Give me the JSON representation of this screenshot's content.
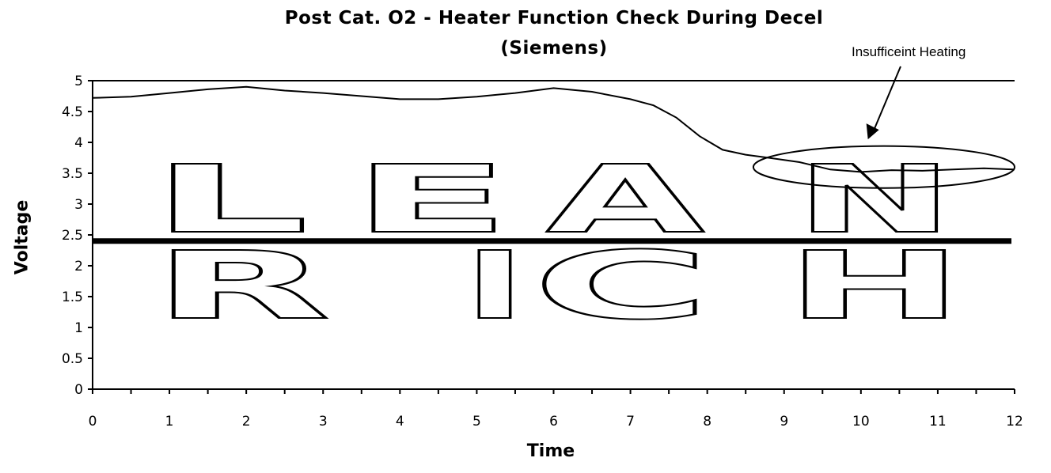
{
  "chart_data": {
    "type": "line",
    "title": "Post Cat. O2 - Heater Function Check During Decel",
    "subtitle": "(Siemens)",
    "xlabel": "Time",
    "ylabel": "Voltage",
    "xlim": [
      0,
      12
    ],
    "ylim": [
      0,
      5
    ],
    "x_ticks": [
      "0",
      "1",
      "2",
      "3",
      "4",
      "5",
      "6",
      "7",
      "8",
      "9",
      "10",
      "11",
      "12"
    ],
    "y_ticks": [
      "0",
      "0.5",
      "1",
      "1.5",
      "2",
      "2.5",
      "3",
      "3.5",
      "4",
      "4.5",
      "5"
    ],
    "grid": false,
    "series": [
      {
        "x": [
          0,
          0.5,
          1,
          1.5,
          2,
          2.5,
          3,
          3.5,
          4,
          4.5,
          5,
          5.5,
          6,
          6.5,
          7,
          7.3,
          7.6,
          7.9,
          8.2,
          8.5,
          8.8,
          9.2,
          9.6,
          10,
          10.4,
          10.8,
          11.2,
          11.6,
          12
        ],
        "y": [
          4.72,
          4.74,
          4.8,
          4.86,
          4.9,
          4.84,
          4.8,
          4.75,
          4.7,
          4.7,
          4.74,
          4.8,
          4.88,
          4.82,
          4.7,
          4.6,
          4.4,
          4.1,
          3.88,
          3.8,
          3.75,
          3.68,
          3.56,
          3.52,
          3.55,
          3.54,
          3.56,
          3.58,
          3.56
        ],
        "color": "#000000"
      }
    ],
    "reference_line": {
      "y": 2.4,
      "color": "#000000"
    },
    "watermark_words": [
      "LEAN",
      "RICH"
    ],
    "annotation": {
      "text": "Insufficeint Heating",
      "target": {
        "x": 10.4,
        "y": 3.6
      },
      "ellipse_center": {
        "x": 10.3,
        "y": 3.6
      },
      "ellipse_radii": {
        "x": 1.7,
        "y": 0.34
      }
    }
  }
}
